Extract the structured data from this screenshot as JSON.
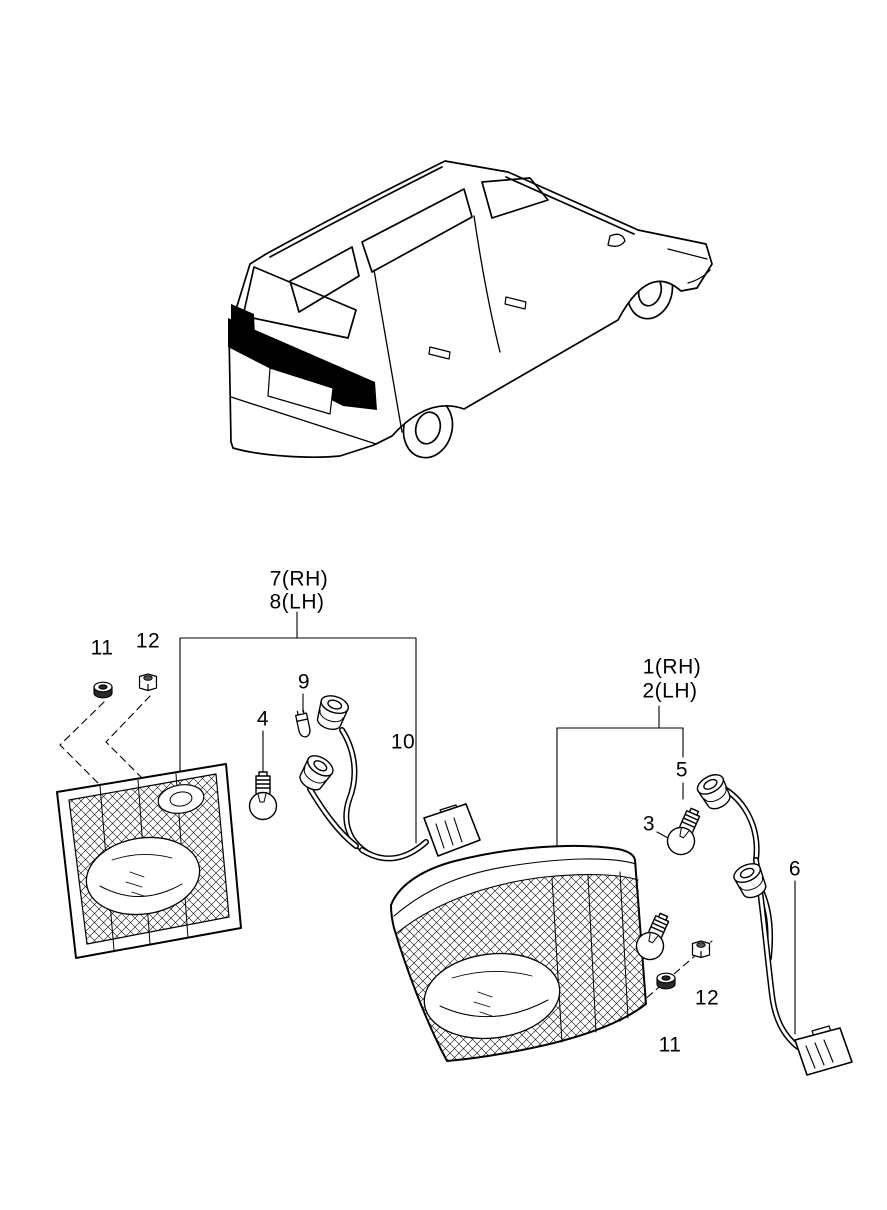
{
  "page": {
    "background_color": "#ffffff",
    "line_color": "#000000",
    "figure": "rear combination lamp exploded parts diagram"
  },
  "vehicle": {
    "description": "minivan rear three-quarter line drawing with tail lamp area blacked out"
  },
  "inner_lamp_assembly": {
    "name": "inner rear combination lamp (liftgate)",
    "callouts": [
      {
        "label": "7(RH)"
      },
      {
        "label": "8(LH)"
      },
      {
        "label": "9"
      },
      {
        "label": "4"
      },
      {
        "label": "10"
      },
      {
        "label": "11"
      },
      {
        "label": "12"
      }
    ]
  },
  "outer_lamp_assembly": {
    "name": "outer rear combination lamp (quarter panel)",
    "callouts": [
      {
        "label": "1(RH)"
      },
      {
        "label": "2(LH)"
      },
      {
        "label": "5"
      },
      {
        "label": "3"
      },
      {
        "label": "6"
      },
      {
        "label": "12"
      },
      {
        "label": "11"
      }
    ]
  }
}
